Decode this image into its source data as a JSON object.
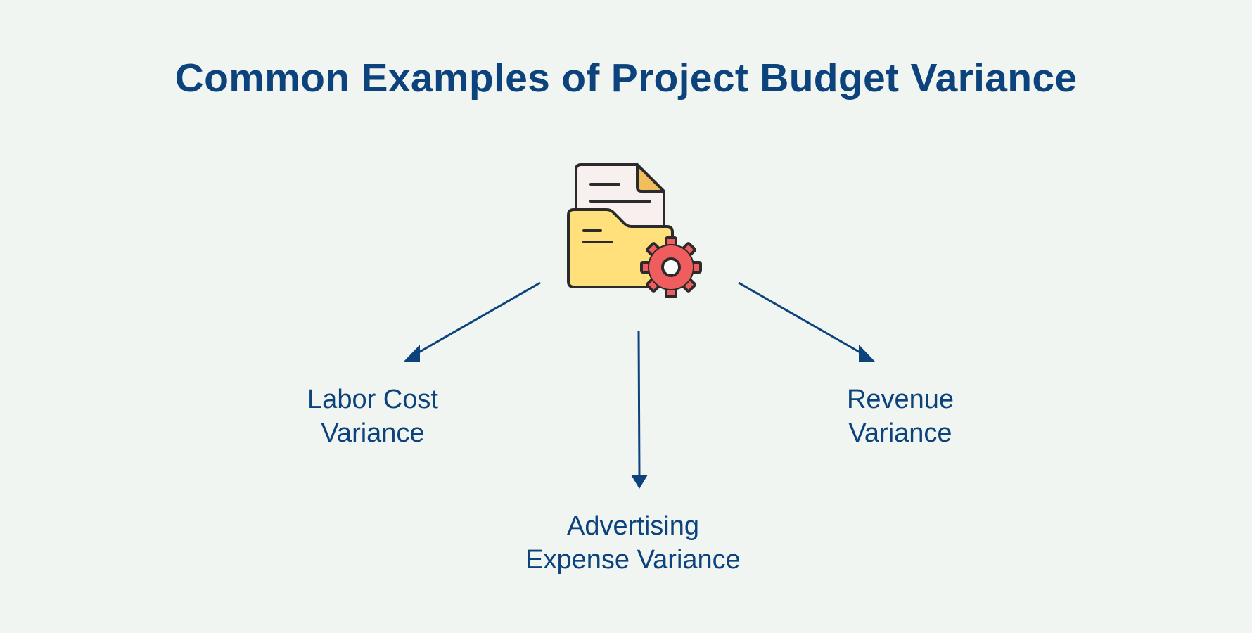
{
  "title": "Common Examples of Project Budget Variance",
  "center_icon": "folder-with-gear-icon",
  "nodes": [
    {
      "line1": "Labor Cost",
      "line2": "Variance"
    },
    {
      "line1": "Advertising",
      "line2": "Expense Variance"
    },
    {
      "line1": "Revenue",
      "line2": "Variance"
    }
  ],
  "colors": {
    "background": "#f1f5f2",
    "text": "#0c437c",
    "arrow": "#0c437c",
    "folder": "#ffe07a",
    "paper": "#f8f0ef",
    "paper_corner": "#f2bd5c",
    "gear": "#f05d5e",
    "outline": "#2b2b2b"
  }
}
